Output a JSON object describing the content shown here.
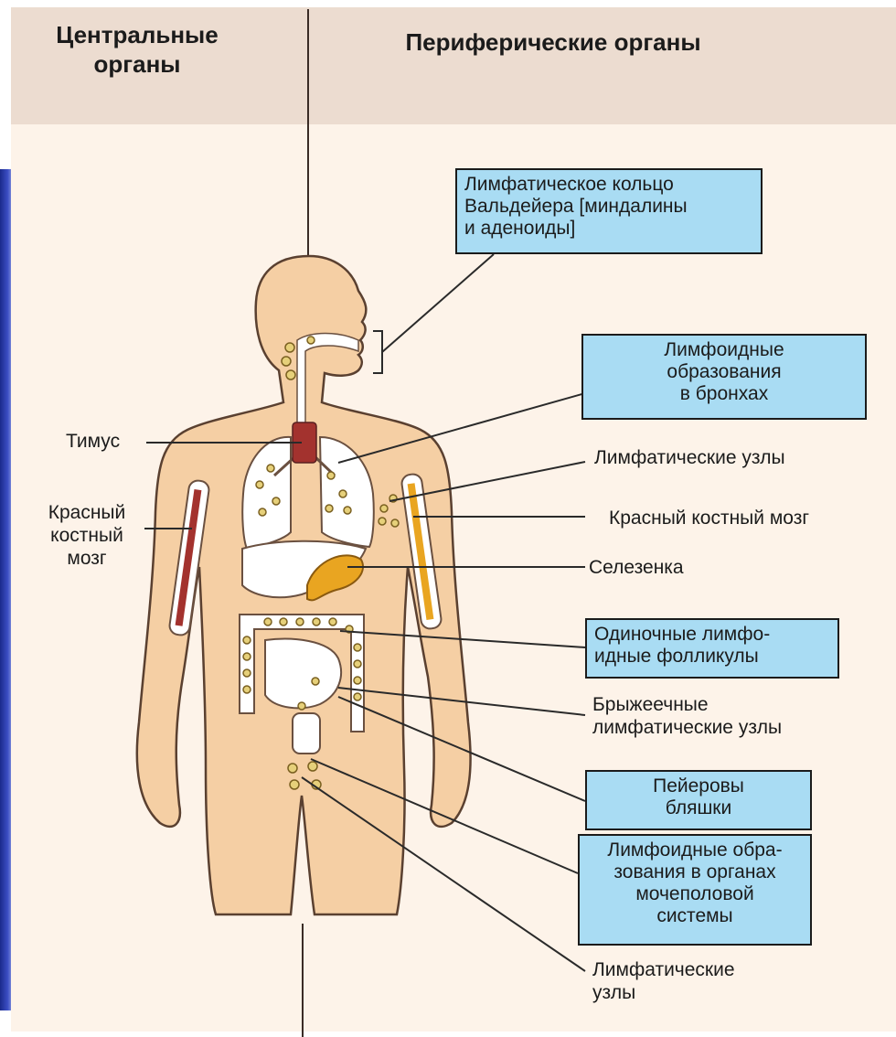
{
  "header": {
    "central": "Центральные\nорганы",
    "peripheral": "Периферические\nорганы"
  },
  "left_labels": {
    "thymus": "Тимус",
    "red_marrow": "Красный\nкостный\nмозг"
  },
  "right_labels": {
    "waldeyer_ring": "Лимфатическое кольцо\nВальдейера [миндалины\nи аденоиды]",
    "bronchial_lymphoid": "Лимфоидные\nобразования\nв бронхах",
    "lymph_nodes_upper": "Лимфатические узлы",
    "red_marrow_right": "Красный костный мозг",
    "spleen": "Селезенка",
    "solitary_follicles": "Одиночные лимфо-\nидные фолликулы",
    "mesenteric_nodes": "Брыжеечные\nлимфатические узлы",
    "peyer_patches": "Пейеровы\nбляшки",
    "urogenital_lymphoid": "Лимфоидные обра-\nзования в органах\nмочеполовой\nсистемы",
    "lymph_nodes_lower": "Лимфатические\nузлы"
  },
  "colors": {
    "box_fill": "#a9dcf3",
    "header_fill": "#ecdcd0",
    "panel_fill": "#fdf3e9",
    "body_fill": "#f5cfa4",
    "thymus_fill": "#a3322e",
    "spleen_fill": "#e9a521",
    "marrow_fill": "#a3322e",
    "node_fill": "#e6d07a"
  }
}
